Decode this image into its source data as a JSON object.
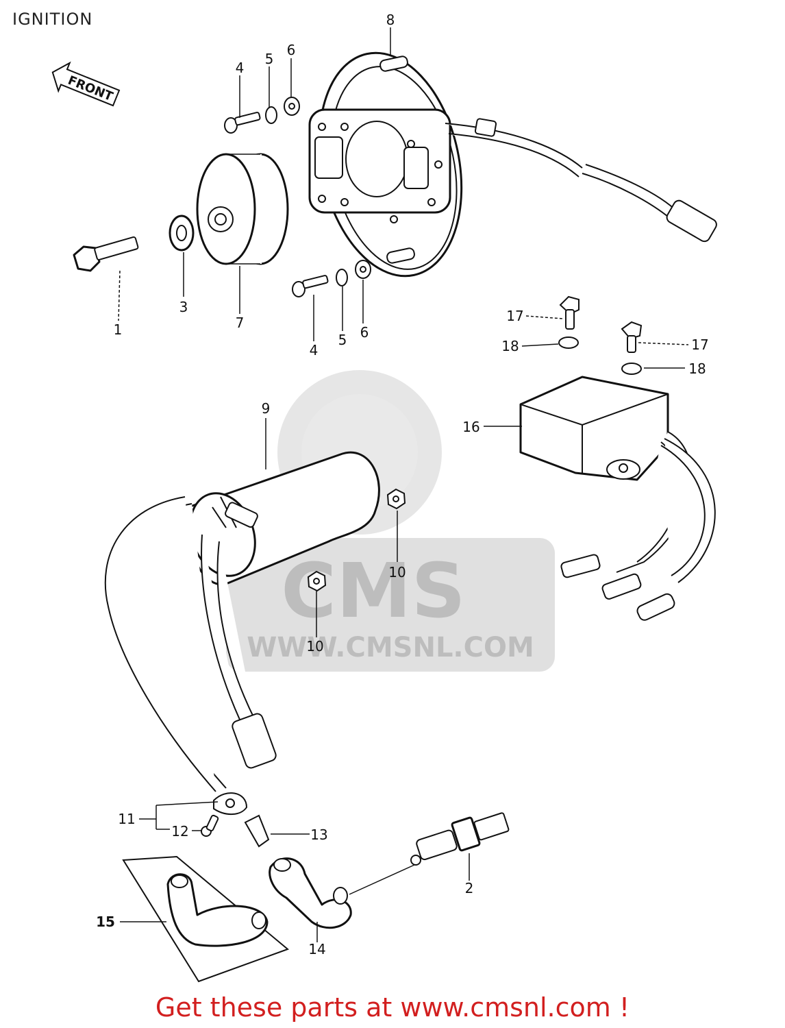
{
  "page": {
    "title": "IGNITION",
    "footer": "Get these parts at www.cmsnl.com !"
  },
  "colors": {
    "footer_text": "#d21f1f",
    "line_art": "#111111",
    "watermark": "#d6d6d6"
  },
  "watermark": {
    "logo_text": "CMS",
    "url_text": "WWW.CMSNL.COM"
  },
  "front_arrow": {
    "label": "FRONT"
  },
  "callouts": {
    "c1": "1",
    "c2": "2",
    "c3": "3",
    "c4a": "4",
    "c4b": "4",
    "c5a": "5",
    "c5b": "5",
    "c6a": "6",
    "c6b": "6",
    "c7": "7",
    "c8": "8",
    "c9": "9",
    "c10a": "10",
    "c10b": "10",
    "c11": "11",
    "c12": "12",
    "c13": "13",
    "c14": "14",
    "c15": "15",
    "c16": "16",
    "c17a": "17",
    "c17b": "17",
    "c18a": "18",
    "c18b": "18"
  }
}
